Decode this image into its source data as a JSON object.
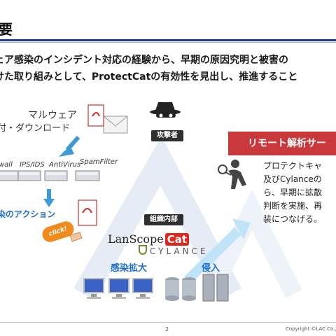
{
  "header": {
    "title": "要"
  },
  "lead": {
    "line1": "ェア感染のインシデント対応の経験から、早期の原因究明と被害の",
    "line2": "けた取り組みとして、ProtectCatの有効性を見出し、推進すること",
    "line3": "。"
  },
  "labels": {
    "malware": "マルウェア",
    "download": "付・ダウンロード",
    "firewall": "wall",
    "ipsids": "IPS/IDS",
    "antivirus": "AntiVirus",
    "spamfilter": "SpamFilter",
    "action": "染のアクション",
    "click": "click!",
    "pdf": "PDF"
  },
  "badges": {
    "attacker": "攻撃者",
    "inside": "組織内部"
  },
  "remote": {
    "title": "リモート解析サー",
    "lines": [
      "プロテクトキャ",
      "及びCylanceの",
      "ら、早期に拡散",
      "判断を実施、再",
      "装につなげる。"
    ]
  },
  "logos": {
    "lanscope": "LanScope",
    "cat": "Cat",
    "cylance": "CYLANCE"
  },
  "zones": {
    "spread": "感染拡大",
    "invade": "侵入"
  },
  "footer": {
    "page": "2",
    "copyright": "Copyright ©LAC Co., Lt"
  },
  "colors": {
    "accent": "#1d3f8c",
    "remote_red": "#c9383a",
    "label_blue": "#1e6fd0",
    "click_orange": "#f08a1c"
  }
}
